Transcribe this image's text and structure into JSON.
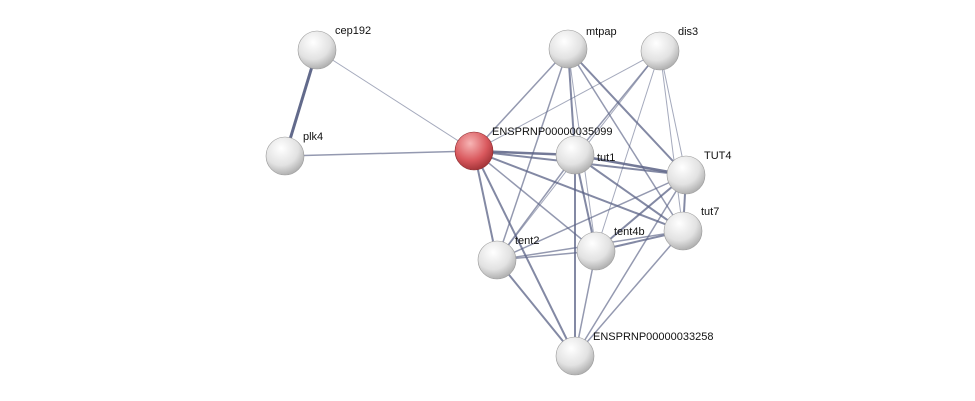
{
  "nodes": [
    {
      "id": "cep192",
      "label": "cep192",
      "query": false
    },
    {
      "id": "plk4",
      "label": "plk4",
      "query": false
    },
    {
      "id": "q",
      "label": "ENSPRNP00000035099",
      "query": true
    },
    {
      "id": "mtpap",
      "label": "mtpap",
      "query": false
    },
    {
      "id": "dis3",
      "label": "dis3",
      "query": false
    },
    {
      "id": "tut1",
      "label": "tut1",
      "query": false
    },
    {
      "id": "TUT4",
      "label": "TUT4",
      "query": false
    },
    {
      "id": "tut7",
      "label": "tut7",
      "query": false
    },
    {
      "id": "tent4b",
      "label": "tent4b",
      "query": false
    },
    {
      "id": "tent2",
      "label": "tent2",
      "query": false
    },
    {
      "id": "e33258",
      "label": "ENSPRNP00000033258",
      "query": false
    }
  ],
  "edges": [
    [
      "cep192",
      "plk4",
      3
    ],
    [
      "cep192",
      "q",
      1
    ],
    [
      "plk4",
      "q",
      1.5
    ],
    [
      "q",
      "mtpap",
      1.5
    ],
    [
      "q",
      "dis3",
      1
    ],
    [
      "q",
      "tut1",
      2.5
    ],
    [
      "q",
      "TUT4",
      2
    ],
    [
      "q",
      "tut7",
      2
    ],
    [
      "q",
      "tent2",
      2
    ],
    [
      "q",
      "tent4b",
      1.5
    ],
    [
      "q",
      "e33258",
      2
    ],
    [
      "mtpap",
      "tut1",
      2
    ],
    [
      "mtpap",
      "TUT4",
      2
    ],
    [
      "mtpap",
      "tut7",
      1.5
    ],
    [
      "mtpap",
      "tent2",
      1.5
    ],
    [
      "mtpap",
      "tent4b",
      1
    ],
    [
      "dis3",
      "tut1",
      1.5
    ],
    [
      "dis3",
      "TUT4",
      1
    ],
    [
      "dis3",
      "tut7",
      1
    ],
    [
      "dis3",
      "tent2",
      1
    ],
    [
      "dis3",
      "tent4b",
      1
    ],
    [
      "tut1",
      "TUT4",
      2.5
    ],
    [
      "tut1",
      "tut7",
      2
    ],
    [
      "tut1",
      "tent2",
      1.5
    ],
    [
      "tut1",
      "tent4b",
      2
    ],
    [
      "tut1",
      "e33258",
      2
    ],
    [
      "TUT4",
      "tut7",
      2
    ],
    [
      "TUT4",
      "tent2",
      1.5
    ],
    [
      "TUT4",
      "tent4b",
      2
    ],
    [
      "TUT4",
      "e33258",
      1.5
    ],
    [
      "tut7",
      "tent2",
      1.5
    ],
    [
      "tut7",
      "tent4b",
      2
    ],
    [
      "tut7",
      "e33258",
      1.5
    ],
    [
      "tent2",
      "tent4b",
      1.5
    ],
    [
      "tent2",
      "e33258",
      2
    ],
    [
      "tent4b",
      "e33258",
      1.5
    ]
  ],
  "colors": {
    "edge": "#5a6285",
    "query_node": "#d9585d",
    "node": "#e0e0e0"
  }
}
